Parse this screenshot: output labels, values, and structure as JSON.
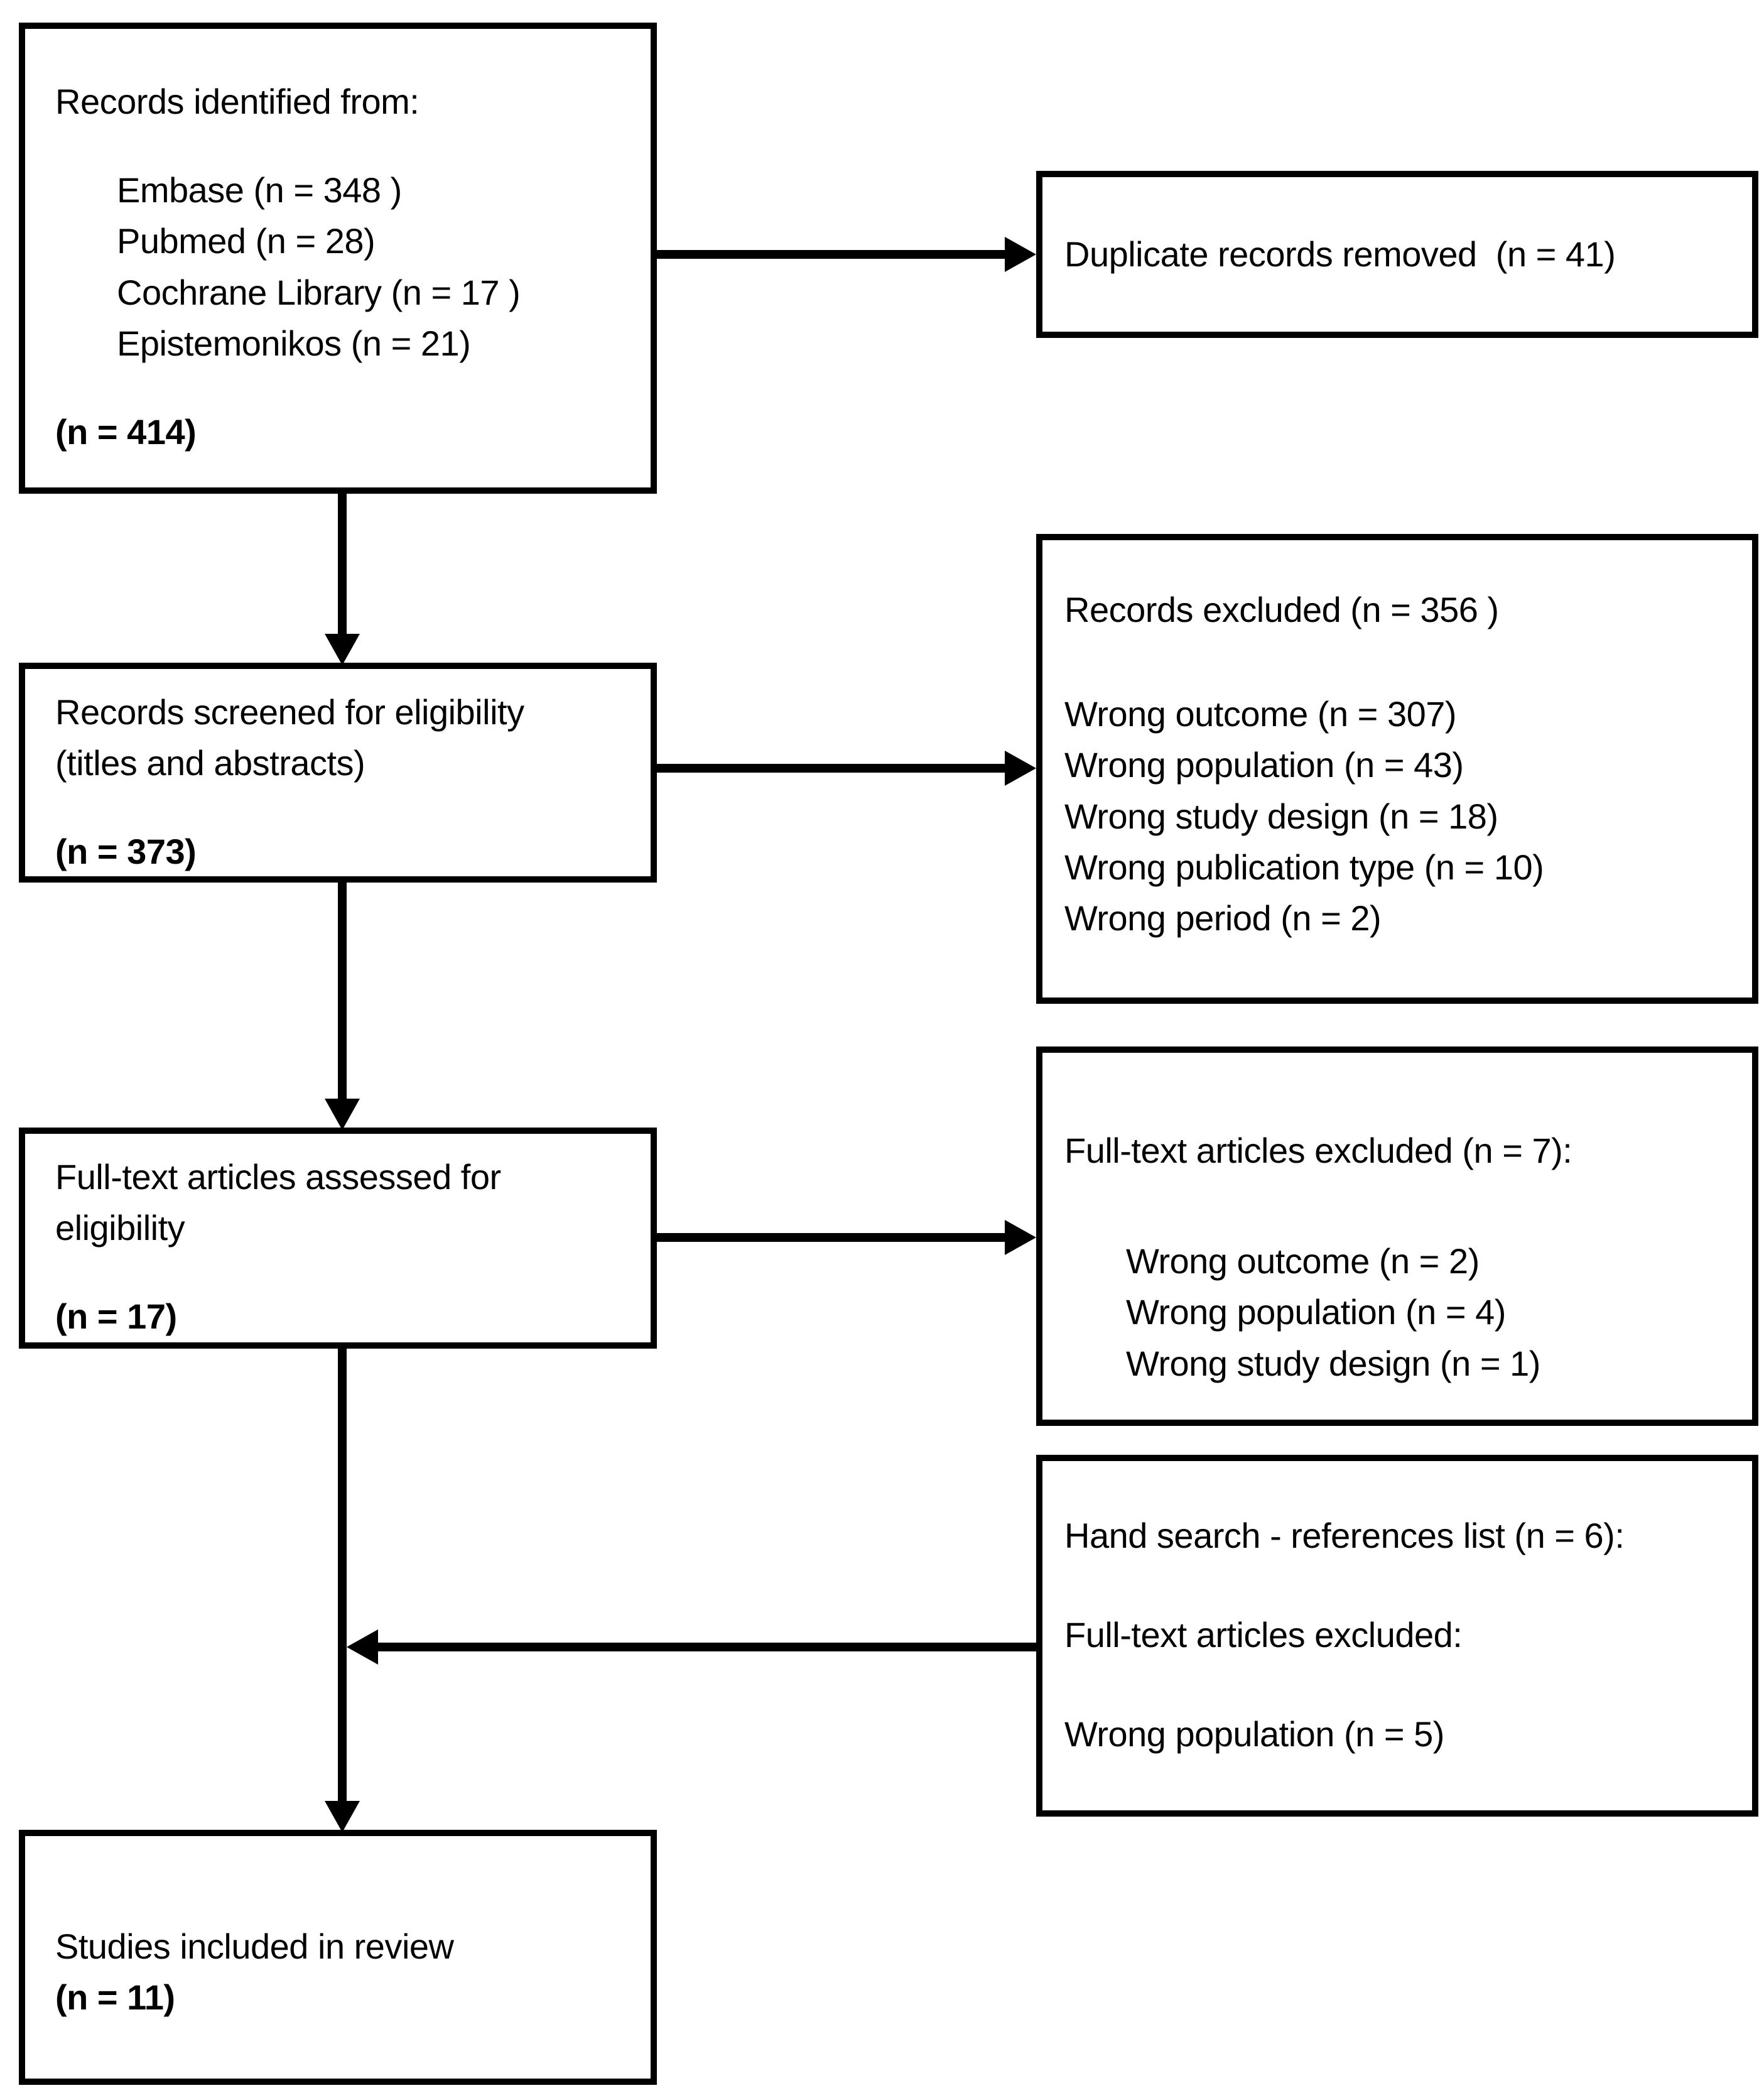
{
  "diagram": {
    "type": "prisma-flow",
    "background_color": "#ffffff",
    "box_border_color": "#000000",
    "text_color": "#000000",
    "arrow_color": "#000000",
    "boxes": {
      "records_identified": {
        "lines": [
          {
            "text": "Records identified from:",
            "bold": false,
            "indent": false
          },
          {
            "text": "",
            "bold": false,
            "indent": false
          },
          {
            "text": "Embase (n = 348 )",
            "bold": false,
            "indent": true
          },
          {
            "text": "Pubmed (n = 28)",
            "bold": false,
            "indent": true
          },
          {
            "text": "Cochrane Library (n = 17 )",
            "bold": false,
            "indent": true
          },
          {
            "text": "Epistemonikos (n = 21)",
            "bold": false,
            "indent": true
          },
          {
            "text": "",
            "bold": false,
            "indent": false
          },
          {
            "text": "(n = 414)",
            "bold": true,
            "indent": false
          }
        ]
      },
      "duplicates_removed": {
        "lines": [
          {
            "text": "Duplicate records removed  (n = 41)",
            "bold": false,
            "indent": false
          }
        ]
      },
      "records_screened": {
        "lines": [
          {
            "text": "Records screened for eligibility",
            "bold": false,
            "indent": false
          },
          {
            "text": "(titles and abstracts)",
            "bold": false,
            "indent": false
          },
          {
            "text": "",
            "bold": false,
            "indent": false
          },
          {
            "text": "(n = 373)",
            "bold": true,
            "indent": false
          }
        ]
      },
      "records_excluded": {
        "lines": [
          {
            "text": "Records excluded (n = 356 )",
            "bold": false,
            "indent": false
          },
          {
            "text": "",
            "bold": false,
            "indent": false
          },
          {
            "text": "Wrong outcome (n = 307)",
            "bold": false,
            "indent": false
          },
          {
            "text": "Wrong population (n = 43)",
            "bold": false,
            "indent": false
          },
          {
            "text": "Wrong study design (n = 18)",
            "bold": false,
            "indent": false
          },
          {
            "text": "Wrong publication type (n = 10)",
            "bold": false,
            "indent": false
          },
          {
            "text": "Wrong period (n = 2)",
            "bold": false,
            "indent": false
          }
        ]
      },
      "fulltext_assessed": {
        "lines": [
          {
            "text": "Full-text articles assessed for eligibility",
            "bold": false,
            "indent": false
          },
          {
            "text": "",
            "bold": false,
            "indent": false
          },
          {
            "text": "(n = 17)",
            "bold": true,
            "indent": false
          }
        ]
      },
      "fulltext_excluded": {
        "lines": [
          {
            "text": "Full-text articles excluded (n = 7):",
            "bold": false,
            "indent": false
          },
          {
            "text": "",
            "bold": false,
            "indent": false
          },
          {
            "text": "Wrong outcome (n = 2)",
            "bold": false,
            "indent": true
          },
          {
            "text": "Wrong population (n = 4)",
            "bold": false,
            "indent": true
          },
          {
            "text": "Wrong study design (n = 1)",
            "bold": false,
            "indent": true
          }
        ]
      },
      "hand_search": {
        "lines": [
          {
            "text": "Hand search - references list (n = 6):",
            "bold": false,
            "indent": false
          },
          {
            "text": "",
            "bold": false,
            "indent": false
          },
          {
            "text": "Full-text articles excluded:",
            "bold": false,
            "indent": false
          },
          {
            "text": "",
            "bold": false,
            "indent": false
          },
          {
            "text": "Wrong population (n = 5)",
            "bold": false,
            "indent": false
          }
        ]
      },
      "studies_included": {
        "lines": [
          {
            "text": "Studies included in review",
            "bold": false,
            "indent": false
          },
          {
            "text": "(n = 11)",
            "bold": true,
            "indent": false
          }
        ]
      }
    },
    "arrows": [
      {
        "from": "records_identified",
        "to": "duplicates_removed",
        "direction": "right"
      },
      {
        "from": "records_identified",
        "to": "records_screened",
        "direction": "down"
      },
      {
        "from": "records_screened",
        "to": "records_excluded",
        "direction": "right"
      },
      {
        "from": "records_screened",
        "to": "fulltext_assessed",
        "direction": "down"
      },
      {
        "from": "fulltext_assessed",
        "to": "fulltext_excluded",
        "direction": "right"
      },
      {
        "from": "fulltext_assessed",
        "to": "studies_included",
        "direction": "down"
      },
      {
        "from": "hand_search",
        "to": "main_flow_line",
        "direction": "left"
      }
    ]
  }
}
